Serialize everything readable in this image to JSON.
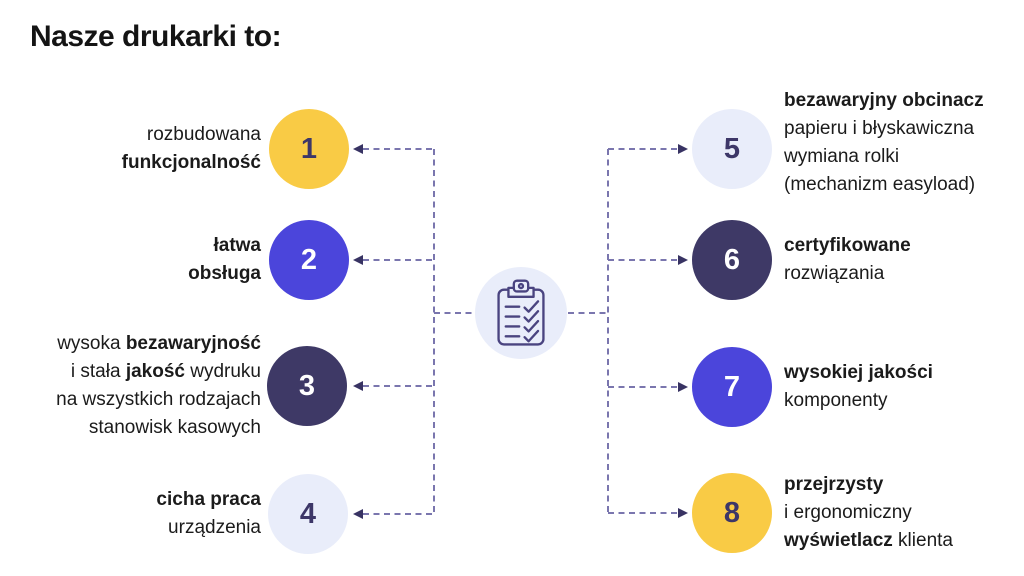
{
  "title": "Nasze drukarki to:",
  "colors": {
    "yellow": "#f9cb45",
    "purple": "#4b45db",
    "navy": "#3e3966",
    "light": "#e9edfa",
    "number_navy": "#3d3768",
    "number_white": "#ffffff",
    "dash": "#7a76ae",
    "arrow": "#383363",
    "icon_stroke": "#4a4480",
    "text": "#1b1b1b"
  },
  "center_icon": "clipboard-checklist-icon",
  "items": [
    {
      "number": "1",
      "side": "left",
      "circle_hex": "#f9cb45",
      "number_hex": "#3d3768",
      "lines": [
        [
          {
            "t": "rozbudowana",
            "b": false
          }
        ],
        [
          {
            "t": "funkcjonalność",
            "b": true
          }
        ]
      ]
    },
    {
      "number": "2",
      "side": "left",
      "circle_hex": "#4b45db",
      "number_hex": "#ffffff",
      "lines": [
        [
          {
            "t": "łatwa",
            "b": true
          }
        ],
        [
          {
            "t": "obsługa",
            "b": true
          }
        ]
      ]
    },
    {
      "number": "3",
      "side": "left",
      "circle_hex": "#3e3966",
      "number_hex": "#ffffff",
      "lines": [
        [
          {
            "t": "wysoka ",
            "b": false
          },
          {
            "t": "bezawaryjność",
            "b": true
          }
        ],
        [
          {
            "t": "i stała ",
            "b": false
          },
          {
            "t": "jakość",
            "b": true
          },
          {
            "t": " wydruku",
            "b": false
          }
        ],
        [
          {
            "t": "na wszystkich rodzajach",
            "b": false
          }
        ],
        [
          {
            "t": "stanowisk kasowych",
            "b": false
          }
        ]
      ]
    },
    {
      "number": "4",
      "side": "left",
      "circle_hex": "#e9edfa",
      "number_hex": "#3d3768",
      "lines": [
        [
          {
            "t": "cicha praca",
            "b": true
          }
        ],
        [
          {
            "t": "urządzenia",
            "b": false
          }
        ]
      ]
    },
    {
      "number": "5",
      "side": "right",
      "circle_hex": "#e9edfa",
      "number_hex": "#3d3768",
      "lines": [
        [
          {
            "t": "bezawaryjny obcinacz",
            "b": true
          }
        ],
        [
          {
            "t": "papieru i błyskawiczna",
            "b": false
          }
        ],
        [
          {
            "t": "wymiana rolki",
            "b": false
          }
        ],
        [
          {
            "t": "(mechanizm easyload)",
            "b": false
          }
        ]
      ]
    },
    {
      "number": "6",
      "side": "right",
      "circle_hex": "#3e3966",
      "number_hex": "#ffffff",
      "lines": [
        [
          {
            "t": "certyfikowane",
            "b": true
          }
        ],
        [
          {
            "t": "rozwiązania",
            "b": false
          }
        ]
      ]
    },
    {
      "number": "7",
      "side": "right",
      "circle_hex": "#4b45db",
      "number_hex": "#ffffff",
      "lines": [
        [
          {
            "t": "wysokiej jakości",
            "b": true
          }
        ],
        [
          {
            "t": "komponenty",
            "b": false
          }
        ]
      ]
    },
    {
      "number": "8",
      "side": "right",
      "circle_hex": "#f9cb45",
      "number_hex": "#3d3768",
      "lines": [
        [
          {
            "t": "przejrzysty",
            "b": true
          }
        ],
        [
          {
            "t": "i ergonomiczny",
            "b": false
          }
        ],
        [
          {
            "t": "wyświetlacz",
            "b": true
          },
          {
            "t": " klienta",
            "b": false
          }
        ]
      ]
    }
  ]
}
